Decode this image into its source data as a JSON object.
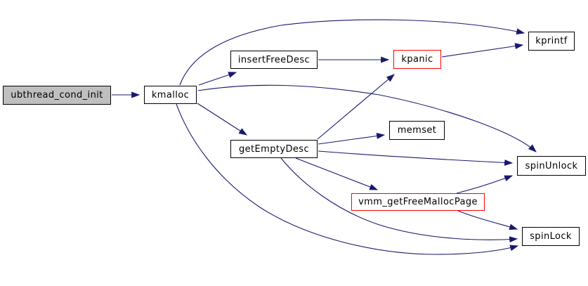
{
  "diagram": {
    "type": "call-graph",
    "root": "ubthread_cond_init",
    "nodes": [
      {
        "id": "ubthread_cond_init",
        "label": "ubthread_cond_init",
        "style": "root-gray"
      },
      {
        "id": "kmalloc",
        "label": "kmalloc",
        "style": "normal"
      },
      {
        "id": "insertFreeDesc",
        "label": "insertFreeDesc",
        "style": "normal"
      },
      {
        "id": "kpanic",
        "label": "kpanic",
        "style": "red-highlight"
      },
      {
        "id": "kprintf",
        "label": "kprintf",
        "style": "normal"
      },
      {
        "id": "getEmptyDesc",
        "label": "getEmptyDesc",
        "style": "normal"
      },
      {
        "id": "memset",
        "label": "memset",
        "style": "normal"
      },
      {
        "id": "spinUnlock",
        "label": "spinUnlock",
        "style": "normal"
      },
      {
        "id": "vmm_getFreeMallocPage",
        "label": "vmm_getFreeMallocPage",
        "style": "red-highlight"
      },
      {
        "id": "spinLock",
        "label": "spinLock",
        "style": "normal"
      }
    ],
    "edges": [
      {
        "from": "ubthread_cond_init",
        "to": "kmalloc"
      },
      {
        "from": "kmalloc",
        "to": "insertFreeDesc"
      },
      {
        "from": "kmalloc",
        "to": "kprintf"
      },
      {
        "from": "kmalloc",
        "to": "getEmptyDesc"
      },
      {
        "from": "kmalloc",
        "to": "spinUnlock"
      },
      {
        "from": "kmalloc",
        "to": "spinLock"
      },
      {
        "from": "insertFreeDesc",
        "to": "kpanic"
      },
      {
        "from": "kpanic",
        "to": "kprintf"
      },
      {
        "from": "getEmptyDesc",
        "to": "kpanic"
      },
      {
        "from": "getEmptyDesc",
        "to": "memset"
      },
      {
        "from": "getEmptyDesc",
        "to": "spinUnlock"
      },
      {
        "from": "getEmptyDesc",
        "to": "vmm_getFreeMallocPage"
      },
      {
        "from": "getEmptyDesc",
        "to": "spinLock"
      },
      {
        "from": "vmm_getFreeMallocPage",
        "to": "spinUnlock"
      },
      {
        "from": "vmm_getFreeMallocPage",
        "to": "spinLock"
      }
    ],
    "colors": {
      "edge": "#191970",
      "node_border": "#000000",
      "highlight_border": "#ff0000",
      "root_fill": "#bfbfbf",
      "background": "#ffffff",
      "text": "#000000"
    }
  }
}
